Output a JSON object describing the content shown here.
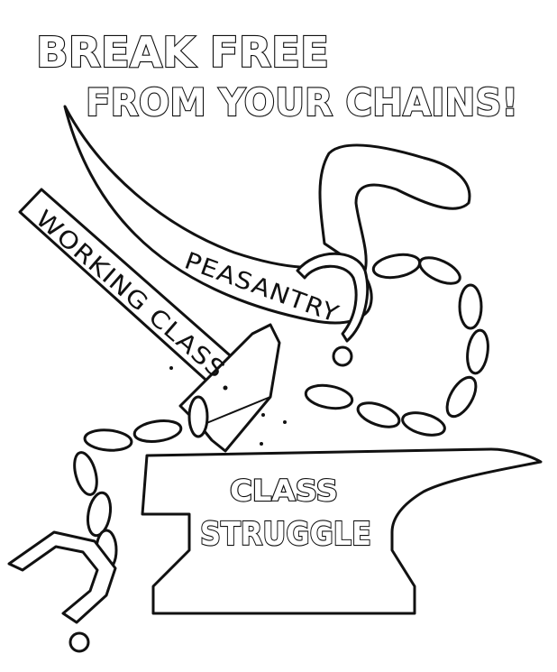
{
  "title": {
    "line1": "BREAK FREE",
    "line2": "FROM YOUR CHAINS!"
  },
  "labels": {
    "hammer": "WORKING CLASS",
    "sickle": "PEASANTRY",
    "anvil_line1": "CLASS",
    "anvil_line2": "STRUGGLE"
  },
  "colors": {
    "ink": "#111111",
    "paper": "#ffffff"
  }
}
